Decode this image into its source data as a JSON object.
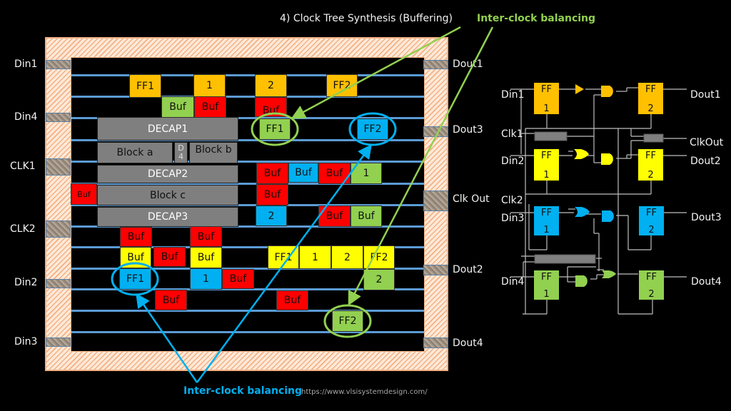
{
  "title": "4) Clock Tree Synthesis (Buffering)",
  "annotations": {
    "green": "Inter-clock balancing",
    "blue": "Inter-clock balancing",
    "url": "https://www.vlsisystemdesign.com/"
  },
  "colors": {
    "clock1": "#92d050",
    "clock2": "#00b0f0",
    "orange": "#ffc000",
    "yellow": "#ffff00",
    "buffer": "#ff0000",
    "block": "#7f7f7f",
    "rail": "#5b9bd5",
    "io_ring": "#f4b183"
  },
  "pins": {
    "left": [
      "Din1",
      "Din4",
      "CLK1",
      "CLK2",
      "Din2",
      "Din3"
    ],
    "right": [
      "Dout1",
      "Dout3",
      "Clk Out",
      "Dout2",
      "Dout4"
    ]
  },
  "blocks": {
    "decap1": "DECAP1",
    "block_a": "Block a",
    "d4_line1": "D",
    "d4_line2": "4",
    "block_b": "Block b",
    "decap2": "DECAP2",
    "block_c": "Block c",
    "decap3": "DECAP3"
  },
  "cells": {
    "orange_ff1": "FF1",
    "orange_1": "1",
    "orange_2": "2",
    "orange_ff2": "FF2",
    "buf": "Buf",
    "green_ff1": "FF1",
    "green_1": "1",
    "green_2": "2",
    "green_ff2": "FF2",
    "blue_ff1": "FF1",
    "blue_1": "1",
    "blue_2": "2",
    "blue_ff2": "FF2",
    "yellow_ff1": "FF1",
    "yellow_1": "1",
    "yellow_2": "2",
    "yellow_ff2": "FF2"
  },
  "schematic": {
    "inputs": [
      "Din1",
      "Clk1",
      "Din2",
      "Clk2",
      "Din3",
      "Din4"
    ],
    "outputs": [
      "Dout1",
      "ClkOut",
      "Dout2",
      "Dout3",
      "Dout4"
    ],
    "ff_top": "FF",
    "ff1_num": "1",
    "ff2_num": "2"
  }
}
